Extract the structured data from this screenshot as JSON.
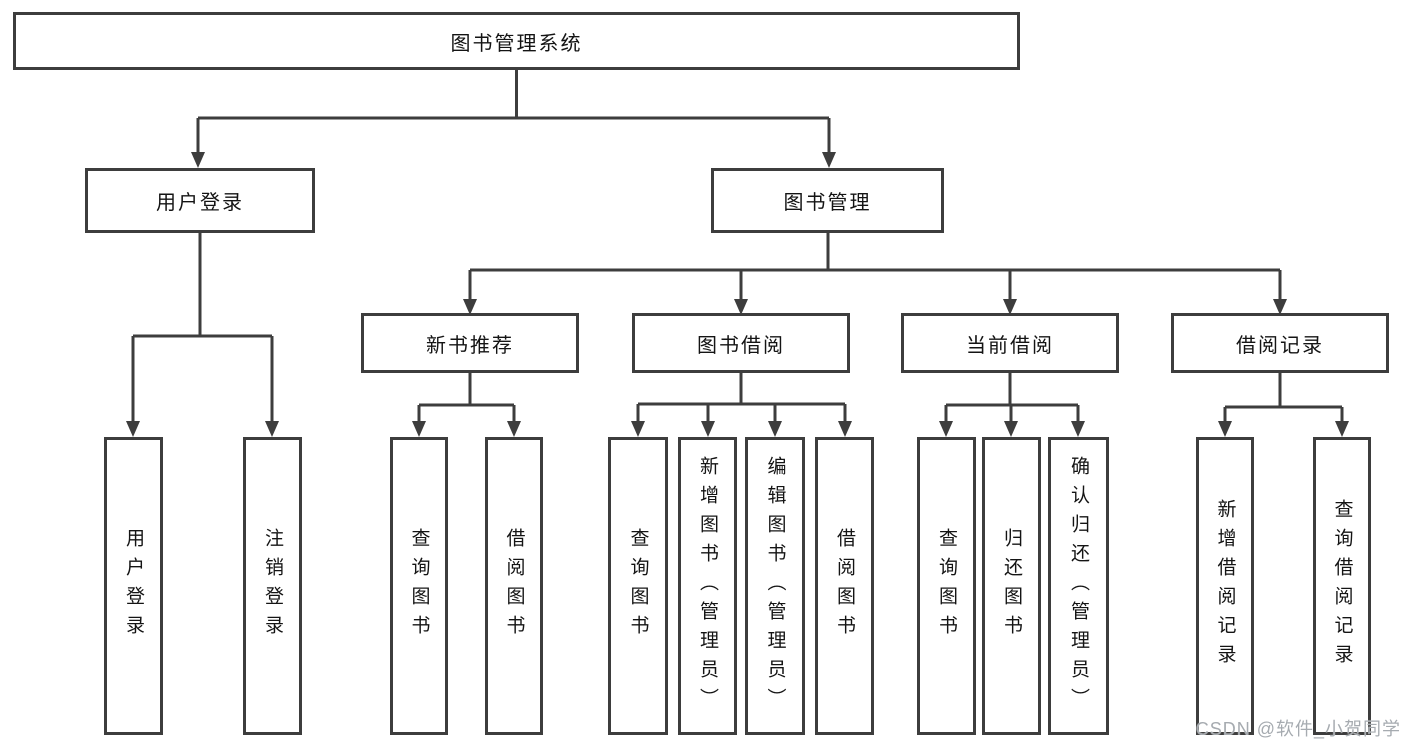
{
  "diagram": {
    "root": {
      "label": "图书管理系统"
    },
    "level2": [
      {
        "label": "用户登录"
      },
      {
        "label": "图书管理"
      }
    ],
    "level3": [
      {
        "label": "新书推荐"
      },
      {
        "label": "图书借阅"
      },
      {
        "label": "当前借阅"
      },
      {
        "label": "借阅记录"
      }
    ],
    "leaves": {
      "login": [
        {
          "label": "用户登录"
        },
        {
          "label": "注销登录"
        }
      ],
      "newbook": [
        {
          "label": "查询图书"
        },
        {
          "label": "借阅图书"
        }
      ],
      "borrow": [
        {
          "label": "查询图书"
        },
        {
          "label": "新增图书（管理员）"
        },
        {
          "label": "编辑图书（管理员）"
        },
        {
          "label": "借阅图书"
        }
      ],
      "current": [
        {
          "label": "查询图书"
        },
        {
          "label": "归还图书"
        },
        {
          "label": "确认归还（管理员）"
        }
      ],
      "records": [
        {
          "label": "新增借阅记录"
        },
        {
          "label": "查询借阅记录"
        }
      ]
    },
    "watermark": "CSDN @软件_小贺同学",
    "colors": {
      "line": "#3d3d3d",
      "box_border": "#3d3d3d",
      "text": "#141414",
      "watermark": "#a6abb0",
      "background": "#ffffff"
    }
  }
}
